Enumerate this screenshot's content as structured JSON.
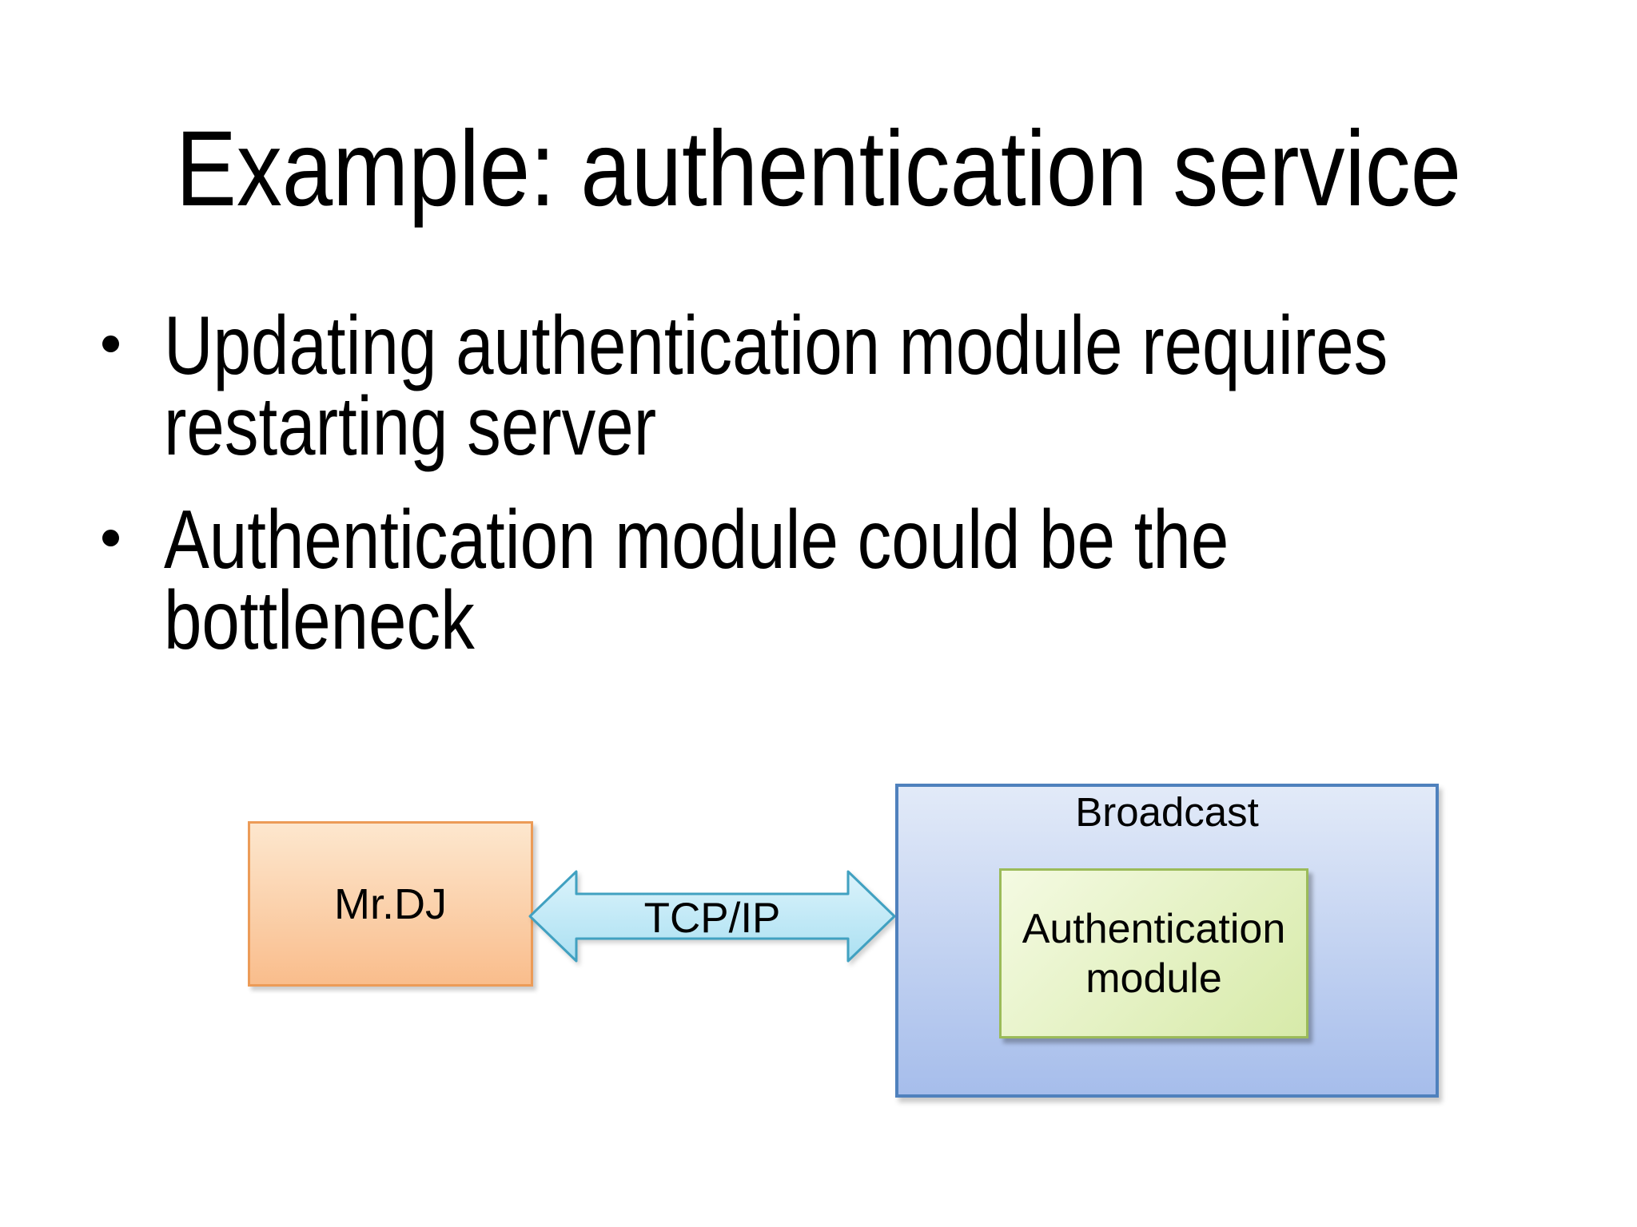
{
  "slide": {
    "title": "Example: authentication service",
    "bullets": [
      {
        "lines": [
          "Updating authentication module requires",
          "restarting server"
        ]
      },
      {
        "lines": [
          "Authentication module could be the",
          "bottleneck"
        ]
      }
    ],
    "diagram": {
      "client_box": {
        "label": "Mr.DJ"
      },
      "link_arrow": {
        "label": "TCP/IP"
      },
      "server_box": {
        "label": "Broadcast"
      },
      "module_box": {
        "lines": [
          "Authentication",
          "module"
        ]
      }
    },
    "colors": {
      "background": "#FFFFFF",
      "text": "#000000",
      "client_fill_top": "#FDE7CE",
      "client_fill_bottom": "#F9BD8C",
      "client_border": "#EC9B57",
      "arrow_fill_top": "#DBF3FB",
      "arrow_fill_bottom": "#ABE0F2",
      "arrow_border": "#41A1C1",
      "server_fill_top": "#E2EAF8",
      "server_fill_bottom": "#A6BDEB",
      "server_border": "#4F81BD",
      "module_fill_top": "#F4FAE2",
      "module_fill_bottom": "#D7EAA9",
      "module_border": "#9BBB59"
    }
  }
}
